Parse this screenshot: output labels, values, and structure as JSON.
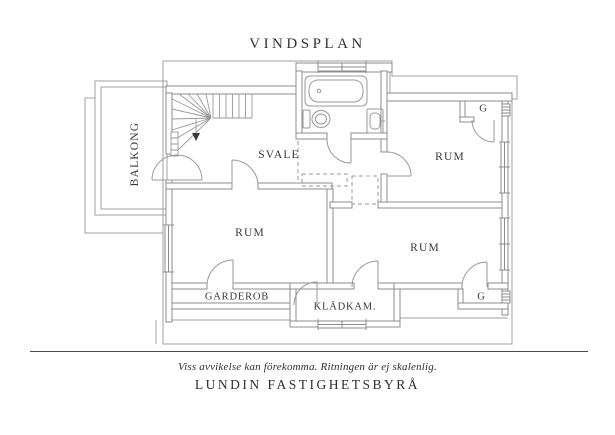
{
  "title": "VINDSPLAN",
  "plan": {
    "rooms": {
      "balcony": "BALKONG",
      "hall": "SVALE",
      "room_top_right": "RUM",
      "room_bottom_left": "RUM",
      "room_bottom_right": "RUM",
      "wardrobe": "GARDEROB",
      "closet_room": "KLÄDKAM.",
      "closet_top_right": "G",
      "closet_bottom_right": "G"
    },
    "colors": {
      "wall_line": "#8c8c8c",
      "thin_line": "#a0a0a0",
      "text": "#383838"
    }
  },
  "footer": {
    "disclaimer": "Viss avvikelse kan förekomma. Ritningen är ej skalenlig.",
    "agency": "LUNDIN FASTIGHETSBYRÅ"
  }
}
